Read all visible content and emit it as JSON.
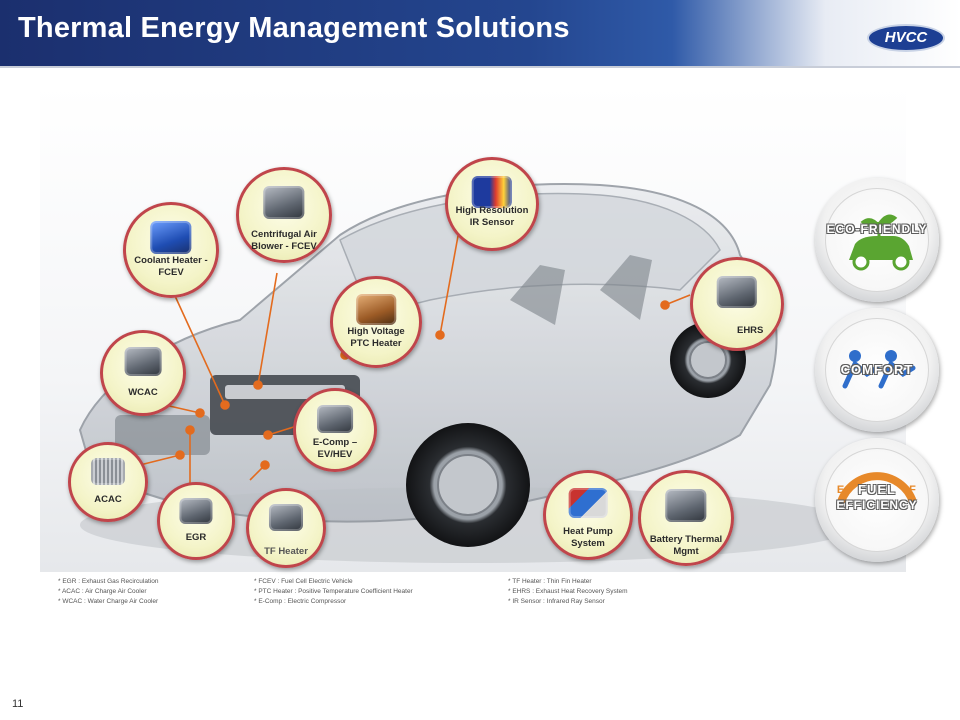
{
  "slide": {
    "title": "Thermal Energy Management Solutions",
    "logo": "HVCC",
    "page_number": "11"
  },
  "callouts": [
    {
      "id": "coolant",
      "label": "Coolant Heater - FCEV",
      "icon": "heater-module-icon"
    },
    {
      "id": "blower",
      "label": "Centrifugal Air Blower - FCEV",
      "icon": "blower-icon"
    },
    {
      "id": "ir",
      "label": "High Resolution IR Sensor",
      "icon": "ir-sensor-icon"
    },
    {
      "id": "ptc",
      "label": "High Voltage PTC Heater",
      "icon": "ptc-heater-icon"
    },
    {
      "id": "wcac",
      "label": "WCAC",
      "icon": "wcac-icon"
    },
    {
      "id": "ecomp",
      "label": "E-Comp – EV/HEV",
      "icon": "compressor-icon"
    },
    {
      "id": "acac",
      "label": "ACAC",
      "icon": "radiator-icon"
    },
    {
      "id": "egr",
      "label": "EGR",
      "icon": "egr-icon"
    },
    {
      "id": "tfheater",
      "label": "TF Heater",
      "icon": "tf-heater-icon"
    },
    {
      "id": "heatpump",
      "label": "Heat Pump System",
      "icon": "heat-pump-icon"
    },
    {
      "id": "battery",
      "label": "Battery Thermal Mgmt",
      "icon": "battery-icon"
    },
    {
      "id": "ehrs",
      "label": "EHRS",
      "icon": "ehrs-icon"
    }
  ],
  "badges": {
    "eco": "ECO-FRIENDLY",
    "comfort": "COMFORT",
    "fuel_line1": "FUEL",
    "fuel_line2": "EFFICIENCY",
    "gauge_e": "E",
    "gauge_f": "F"
  },
  "notes": {
    "col1": [
      "* EGR : Exhaust Gas Recirculation",
      "* ACAC : Air Charge Air Cooler",
      "* WCAC : Water Charge Air Cooler"
    ],
    "col2": [
      "* FCEV : Fuel Cell Electric Vehicle",
      "* PTC Heater : Positive Temperature Coefficient Heater",
      "* E-Comp : Electric Compressor"
    ],
    "col3": [
      "* TF Heater : Thin Fin Heater",
      "* EHRS : Exhaust Heat Recovery System",
      "* IR Sensor : Infrared Ray Sensor"
    ]
  },
  "colors": {
    "header_blue": "#24468f",
    "callout_border": "#c0454b",
    "callout_fill": "#f4f4c8",
    "leader_orange": "#e36b1e",
    "eco_green": "#5aa531",
    "comfort_blue": "#2f6ecb",
    "fuel_orange": "#e7892a"
  }
}
